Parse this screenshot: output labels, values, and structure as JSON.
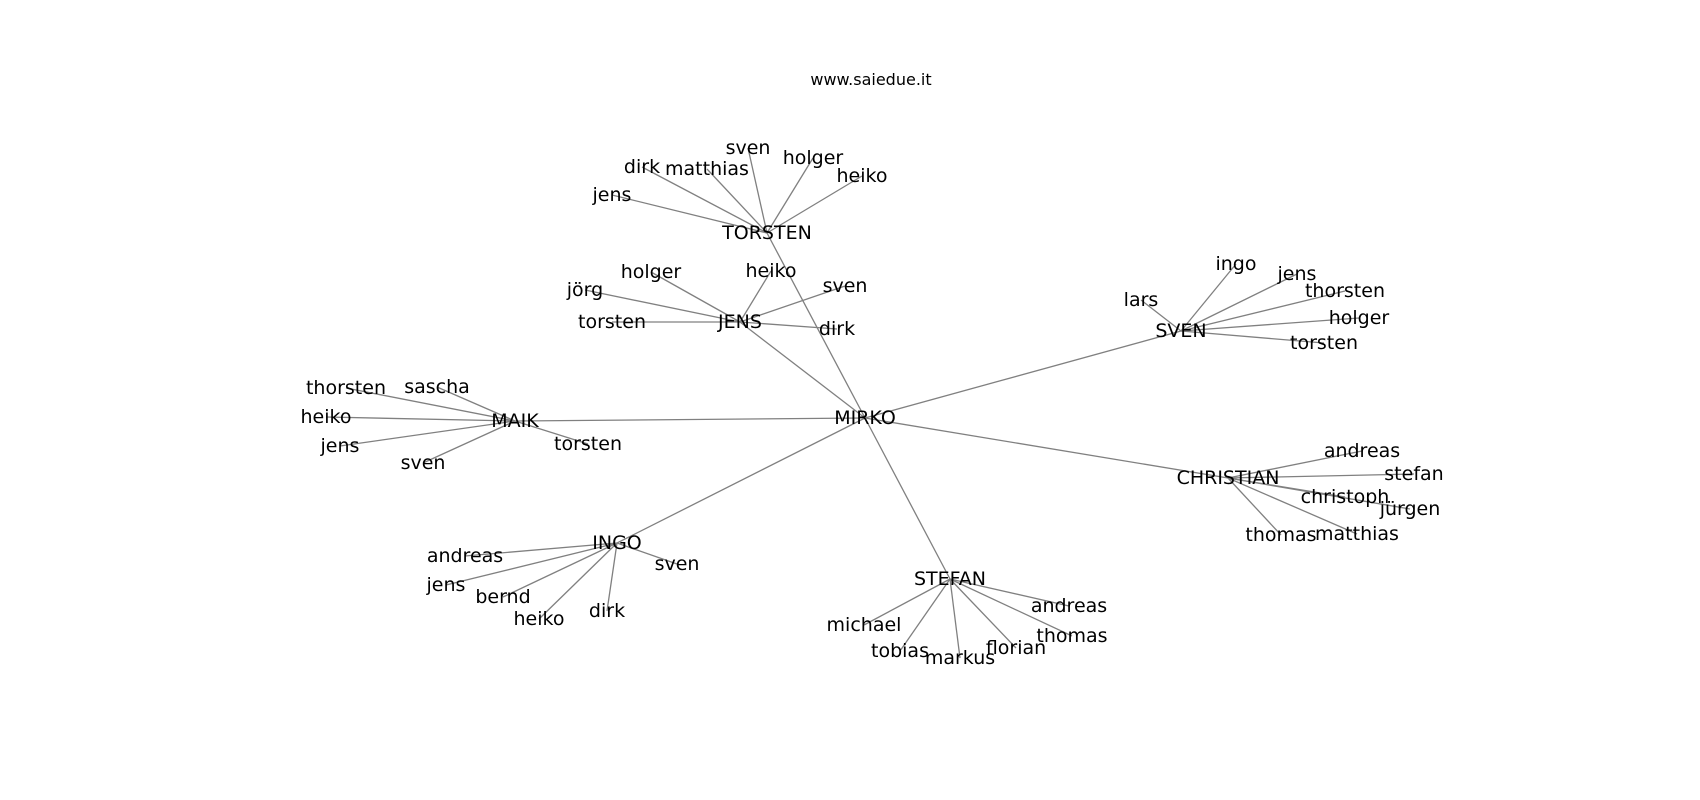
{
  "caption": "www.saiedue.it",
  "colors": {
    "edge": "#808080",
    "text": "#000000",
    "background": "#ffffff"
  },
  "graph": {
    "nodes": [
      {
        "id": "MIRKO",
        "label": "MIRKO"
      },
      {
        "id": "TORSTEN",
        "label": "TORSTEN"
      },
      {
        "id": "JENS",
        "label": "JENS"
      },
      {
        "id": "SVEN",
        "label": "SVEN"
      },
      {
        "id": "MAIK",
        "label": "MAIK"
      },
      {
        "id": "CHRISTIAN",
        "label": "CHRISTIAN"
      },
      {
        "id": "INGO",
        "label": "INGO"
      },
      {
        "id": "STEFAN",
        "label": "STEFAN"
      },
      {
        "id": "t_jens",
        "label": "jens"
      },
      {
        "id": "t_dirk",
        "label": "dirk"
      },
      {
        "id": "t_matthias",
        "label": "matthias"
      },
      {
        "id": "t_sven",
        "label": "sven"
      },
      {
        "id": "t_holger",
        "label": "holger"
      },
      {
        "id": "t_heiko",
        "label": "heiko"
      },
      {
        "id": "j_holger",
        "label": "holger"
      },
      {
        "id": "j_heiko",
        "label": "heiko"
      },
      {
        "id": "j_sven",
        "label": "sven"
      },
      {
        "id": "j_jorg",
        "label": "jörg"
      },
      {
        "id": "j_torsten",
        "label": "torsten"
      },
      {
        "id": "j_dirk",
        "label": "dirk"
      },
      {
        "id": "s_ingo",
        "label": "ingo"
      },
      {
        "id": "s_jens",
        "label": "jens"
      },
      {
        "id": "s_lars",
        "label": "lars"
      },
      {
        "id": "s_thorsten",
        "label": "thorsten"
      },
      {
        "id": "s_holger",
        "label": "holger"
      },
      {
        "id": "s_torsten",
        "label": "torsten"
      },
      {
        "id": "m_thorsten",
        "label": "thorsten"
      },
      {
        "id": "m_sascha",
        "label": "sascha"
      },
      {
        "id": "m_heiko",
        "label": "heiko"
      },
      {
        "id": "m_jens",
        "label": "jens"
      },
      {
        "id": "m_torsten",
        "label": "torsten"
      },
      {
        "id": "m_sven",
        "label": "sven"
      },
      {
        "id": "c_andreas",
        "label": "andreas"
      },
      {
        "id": "c_stefan",
        "label": "stefan"
      },
      {
        "id": "c_christoph",
        "label": "christoph"
      },
      {
        "id": "c_jurgen",
        "label": "jürgen"
      },
      {
        "id": "c_thomas",
        "label": "thomas"
      },
      {
        "id": "c_matthias",
        "label": "matthias"
      },
      {
        "id": "i_andreas",
        "label": "andreas"
      },
      {
        "id": "i_sven",
        "label": "sven"
      },
      {
        "id": "i_jens",
        "label": "jens"
      },
      {
        "id": "i_bernd",
        "label": "bernd"
      },
      {
        "id": "i_heiko",
        "label": "heiko"
      },
      {
        "id": "i_dirk",
        "label": "dirk"
      },
      {
        "id": "st_michael",
        "label": "michael"
      },
      {
        "id": "st_andreas",
        "label": "andreas"
      },
      {
        "id": "st_thomas",
        "label": "thomas"
      },
      {
        "id": "st_tobias",
        "label": "tobias"
      },
      {
        "id": "st_markus",
        "label": "markus"
      },
      {
        "id": "st_florian",
        "label": "florian"
      }
    ],
    "edges": [
      [
        "MIRKO",
        "TORSTEN"
      ],
      [
        "MIRKO",
        "JENS"
      ],
      [
        "MIRKO",
        "SVEN"
      ],
      [
        "MIRKO",
        "MAIK"
      ],
      [
        "MIRKO",
        "CHRISTIAN"
      ],
      [
        "MIRKO",
        "INGO"
      ],
      [
        "MIRKO",
        "STEFAN"
      ],
      [
        "TORSTEN",
        "t_jens"
      ],
      [
        "TORSTEN",
        "t_dirk"
      ],
      [
        "TORSTEN",
        "t_matthias"
      ],
      [
        "TORSTEN",
        "t_sven"
      ],
      [
        "TORSTEN",
        "t_holger"
      ],
      [
        "TORSTEN",
        "t_heiko"
      ],
      [
        "JENS",
        "j_holger"
      ],
      [
        "JENS",
        "j_heiko"
      ],
      [
        "JENS",
        "j_sven"
      ],
      [
        "JENS",
        "j_jorg"
      ],
      [
        "JENS",
        "j_torsten"
      ],
      [
        "JENS",
        "j_dirk"
      ],
      [
        "SVEN",
        "s_ingo"
      ],
      [
        "SVEN",
        "s_jens"
      ],
      [
        "SVEN",
        "s_lars"
      ],
      [
        "SVEN",
        "s_thorsten"
      ],
      [
        "SVEN",
        "s_holger"
      ],
      [
        "SVEN",
        "s_torsten"
      ],
      [
        "MAIK",
        "m_thorsten"
      ],
      [
        "MAIK",
        "m_sascha"
      ],
      [
        "MAIK",
        "m_heiko"
      ],
      [
        "MAIK",
        "m_jens"
      ],
      [
        "MAIK",
        "m_torsten"
      ],
      [
        "MAIK",
        "m_sven"
      ],
      [
        "CHRISTIAN",
        "c_andreas"
      ],
      [
        "CHRISTIAN",
        "c_stefan"
      ],
      [
        "CHRISTIAN",
        "c_christoph"
      ],
      [
        "CHRISTIAN",
        "c_jurgen"
      ],
      [
        "CHRISTIAN",
        "c_thomas"
      ],
      [
        "CHRISTIAN",
        "c_matthias"
      ],
      [
        "INGO",
        "i_andreas"
      ],
      [
        "INGO",
        "i_sven"
      ],
      [
        "INGO",
        "i_jens"
      ],
      [
        "INGO",
        "i_bernd"
      ],
      [
        "INGO",
        "i_heiko"
      ],
      [
        "INGO",
        "i_dirk"
      ],
      [
        "STEFAN",
        "st_michael"
      ],
      [
        "STEFAN",
        "st_andreas"
      ],
      [
        "STEFAN",
        "st_thomas"
      ],
      [
        "STEFAN",
        "st_tobias"
      ],
      [
        "STEFAN",
        "st_markus"
      ],
      [
        "STEFAN",
        "st_florian"
      ]
    ]
  }
}
